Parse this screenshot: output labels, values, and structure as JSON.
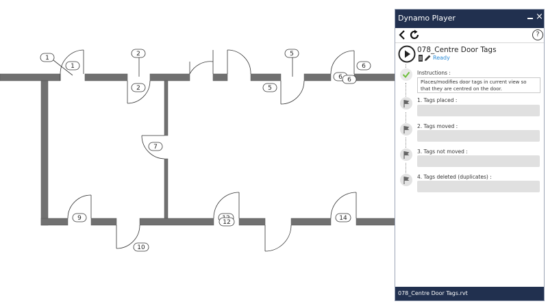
{
  "floorplan": {
    "door_tags": [
      {
        "id": "tag-1-leader",
        "text": "1"
      },
      {
        "id": "tag-1-door",
        "text": "1"
      },
      {
        "id": "tag-2-leader",
        "text": "2"
      },
      {
        "id": "tag-2-door",
        "text": "2"
      },
      {
        "id": "tag-5-leader",
        "text": "5"
      },
      {
        "id": "tag-5-door",
        "text": "5"
      },
      {
        "id": "tag-6-right",
        "text": "6"
      },
      {
        "id": "tag-6-a",
        "text": "6"
      },
      {
        "id": "tag-6-b",
        "text": "6"
      },
      {
        "id": "tag-7",
        "text": "7"
      },
      {
        "id": "tag-9",
        "text": "9"
      },
      {
        "id": "tag-10",
        "text": "10"
      },
      {
        "id": "tag-12-a",
        "text": "12"
      },
      {
        "id": "tag-12-b",
        "text": "12"
      },
      {
        "id": "tag-14",
        "text": "14"
      }
    ]
  },
  "player": {
    "title": "Dynamo Player",
    "close_glyph": "×",
    "help_glyph": "?",
    "script_name": "078_Centre Door Tags",
    "status": "Ready",
    "instructions_label": "Instructions :",
    "instructions_text": "Places/modifies door tags in current view so that they are centred on the door.",
    "outputs": [
      {
        "label": "1. Tags placed :",
        "value": ""
      },
      {
        "label": "2. Tags moved :",
        "value": ""
      },
      {
        "label": "3. Tags not moved :",
        "value": ""
      },
      {
        "label": "4. Tags deleted (duplicates) :",
        "value": ""
      }
    ],
    "footer_file": "078_Centre Door Tags.rvt",
    "icons": {
      "back": "back-arrow-icon",
      "refresh": "refresh-icon",
      "help": "help-icon",
      "run": "play-icon",
      "check": "check-icon",
      "flag": "flag-icon",
      "edit": "edit-icon",
      "document": "document-icon"
    },
    "colors": {
      "titlebar": "#21304f",
      "status": "#2a8bd6",
      "check": "#6dbf3a"
    }
  }
}
